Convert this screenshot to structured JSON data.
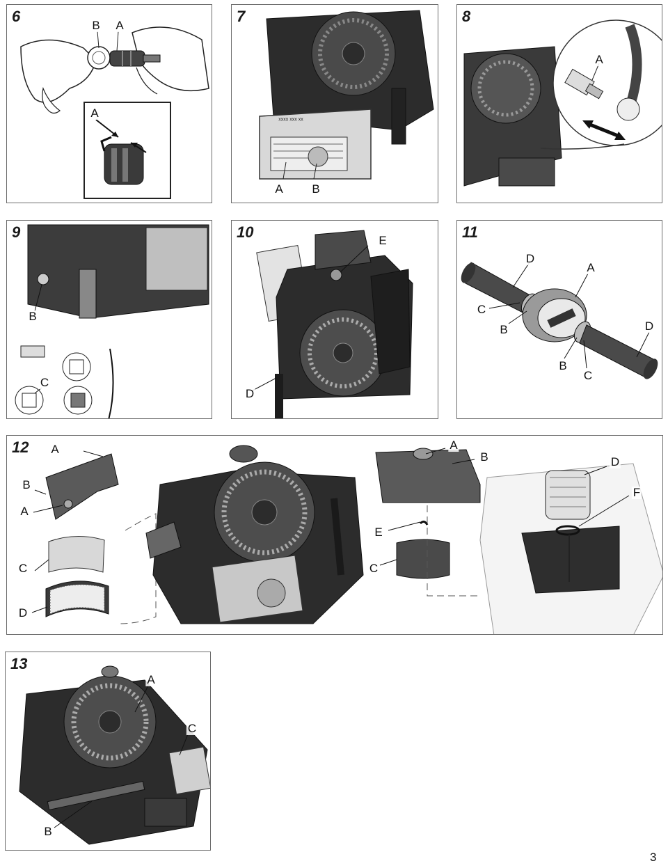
{
  "page_number": "3",
  "panels": {
    "p6": {
      "number": "6",
      "callouts": [
        "B",
        "A",
        "A"
      ]
    },
    "p7": {
      "number": "7",
      "callouts": [
        "A",
        "B"
      ],
      "serial_label": "xxxx xxx xx"
    },
    "p8": {
      "number": "8",
      "callouts": [
        "A"
      ]
    },
    "p9": {
      "number": "9",
      "callouts": [
        "B",
        "C"
      ]
    },
    "p10": {
      "number": "10",
      "callouts": [
        "E",
        "D"
      ]
    },
    "p11": {
      "number": "11",
      "callouts": [
        "D",
        "A",
        "C",
        "B",
        "D",
        "B",
        "C"
      ]
    },
    "p12": {
      "number": "12",
      "callouts": [
        "A",
        "B",
        "A",
        "C",
        "D",
        "A",
        "B",
        "D",
        "F",
        "E",
        "C"
      ]
    },
    "p13": {
      "number": "13",
      "callouts": [
        "A",
        "C",
        "B"
      ]
    }
  },
  "colors": {
    "border": "#6b6b6b",
    "engine_dark": "#2c2c2c",
    "engine_mid": "#5a5a5a",
    "engine_light": "#bdbdbd"
  }
}
